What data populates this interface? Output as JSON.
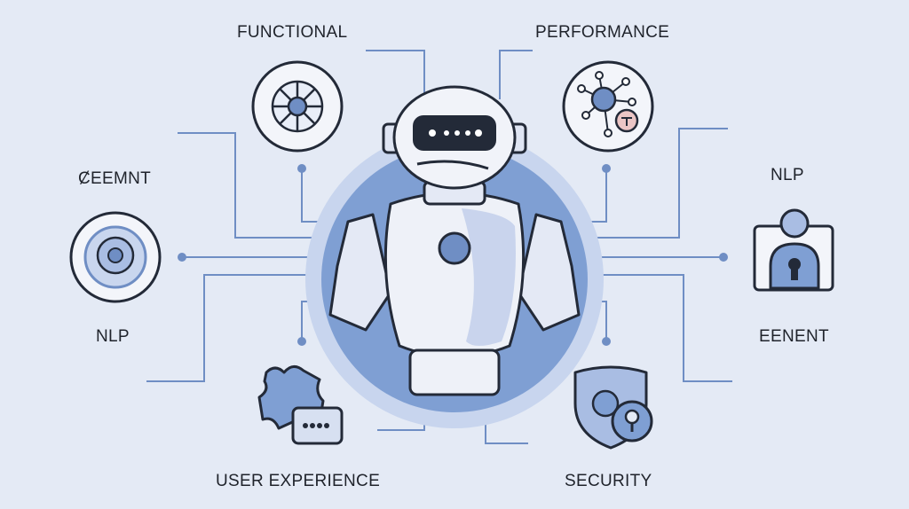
{
  "labels": {
    "functional": "FUNCTIONAL",
    "performance": "PERFORMANCE",
    "left_top": "ȻEEMNT",
    "left_bottom": "NLP",
    "right_top": "NLP",
    "right_bottom": "EENENT",
    "user_experience": "USER EXPERIENCE",
    "security": "SECURITY"
  },
  "colors": {
    "background": "#e4eaf5",
    "accent": "#6f8ec4",
    "outline": "#232a38",
    "glow": "#7f9fd3"
  },
  "icons": [
    "gear-icon",
    "network-node-icon",
    "target-gear-icon",
    "user-lock-icon",
    "puzzle-chat-icon",
    "shield-key-icon",
    "robot-illustration"
  ]
}
